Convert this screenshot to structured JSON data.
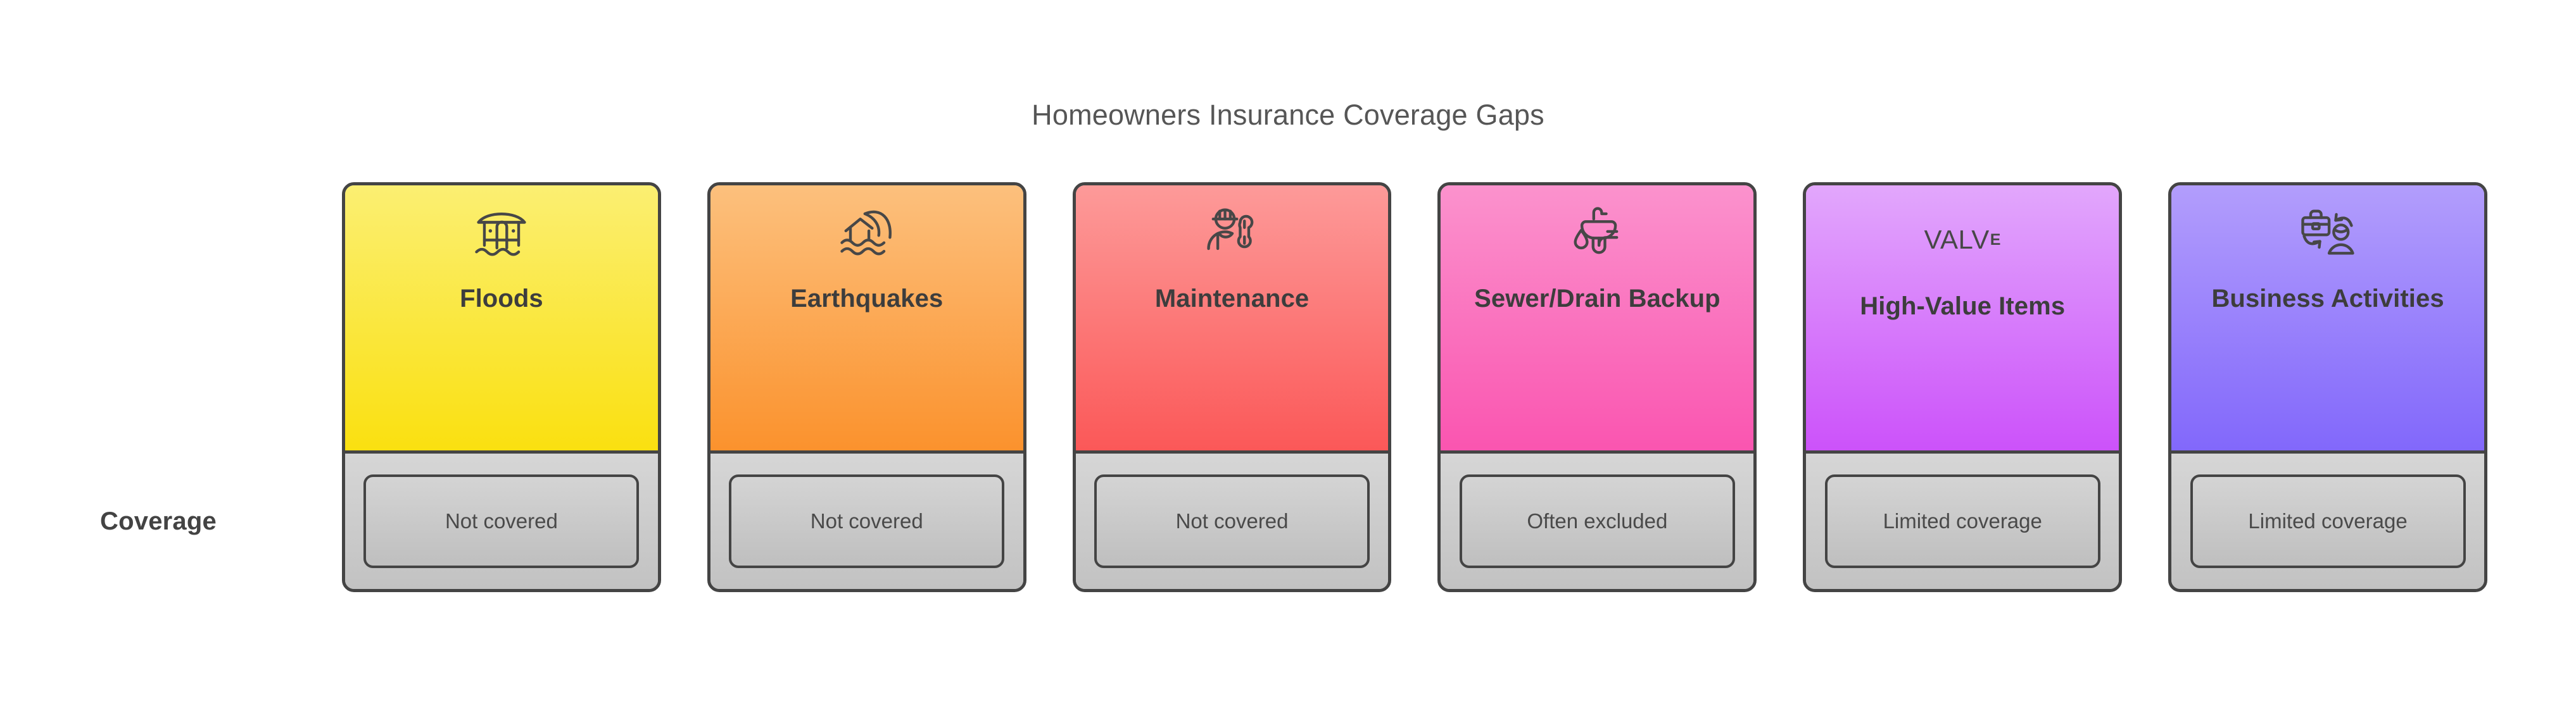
{
  "title": "Homeowners Insurance Coverage Gaps",
  "row_label": "Coverage",
  "colors": {
    "border": "#444444",
    "title_text": "#565656",
    "card_title_text": "#3d3d3d",
    "chip_text": "#4a4a4a",
    "footer_band": "#cacaca",
    "background": "#ffffff"
  },
  "cards": [
    {
      "title": "Floods",
      "status": "Not covered",
      "icon": "stilt-house-flood-icon",
      "gradient_from": "#fbef72",
      "gradient_to": "#fae010"
    },
    {
      "title": "Earthquakes",
      "status": "Not covered",
      "icon": "tsunami-wave-house-icon",
      "gradient_from": "#fcc07d",
      "gradient_to": "#fb922d"
    },
    {
      "title": "Maintenance",
      "status": "Not covered",
      "icon": "worker-hardhat-wrench-icon",
      "gradient_from": "#fd9a99",
      "gradient_to": "#fb5858"
    },
    {
      "title": "Sewer/Drain Backup",
      "status": "Often excluded",
      "icon": "sink-drain-water-icon",
      "gradient_from": "#fb92cd",
      "gradient_to": "#fa55b0"
    },
    {
      "title": "High-Value Items",
      "status": "Limited coverage",
      "icon": "valve-wordmark",
      "wordmark": "VALV",
      "wordmark_sup": "E",
      "gradient_from": "#e2a7fc",
      "gradient_to": "#cc52fa"
    },
    {
      "title": "Business Activities",
      "status": "Limited coverage",
      "icon": "briefcase-person-exchange-icon",
      "gradient_from": "#b29dfc",
      "gradient_to": "#8268fb"
    }
  ]
}
